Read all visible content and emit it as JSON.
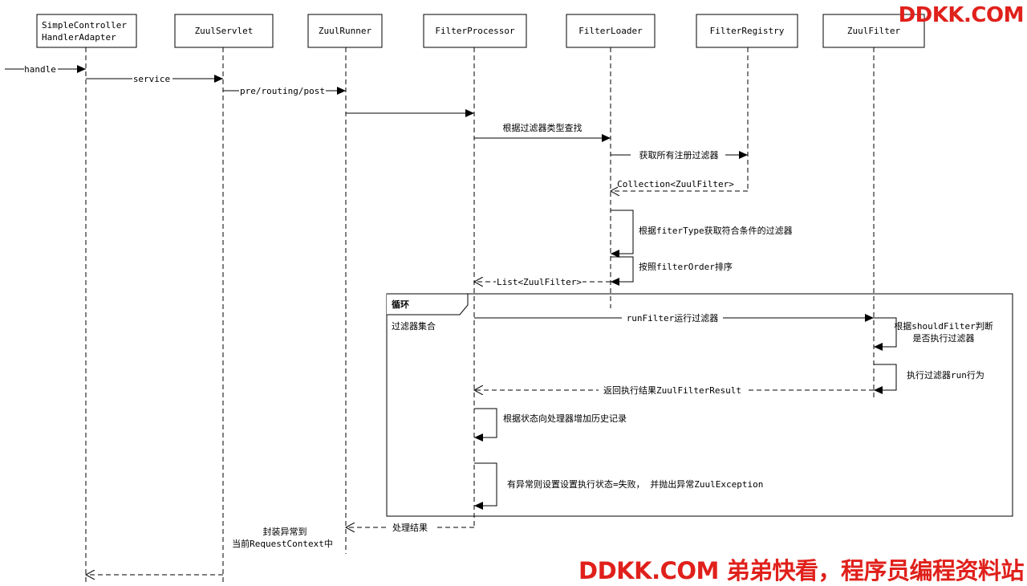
{
  "participants": [
    {
      "id": "sca",
      "lines": [
        "SimpleController",
        "HandlerAdapter"
      ]
    },
    {
      "id": "zs",
      "lines": [
        "ZuulServlet"
      ]
    },
    {
      "id": "zr",
      "lines": [
        "ZuulRunner"
      ]
    },
    {
      "id": "fp",
      "lines": [
        "FilterProcessor"
      ]
    },
    {
      "id": "fl",
      "lines": [
        "FilterLoader"
      ]
    },
    {
      "id": "freg",
      "lines": [
        "FilterRegistry"
      ]
    },
    {
      "id": "zf",
      "lines": [
        "ZuulFilter"
      ]
    }
  ],
  "messages": [
    {
      "label": "handle"
    },
    {
      "label": "service"
    },
    {
      "label": "pre/routing/post"
    },
    {
      "label": ""
    },
    {
      "label": "根据过滤器类型查找"
    },
    {
      "label": "获取所有注册过滤器"
    },
    {
      "label": "Collection<ZuulFilter>"
    },
    {
      "label": "List<ZuulFilter>"
    },
    {
      "label": "runFilter运行过滤器"
    },
    {
      "label": "返回执行结果ZuulFilterResult"
    },
    {
      "label": "处理结果"
    },
    {
      "label": ""
    }
  ],
  "self_calls": [
    {
      "lines": [
        "根据fiterType获取符合条件的过滤器"
      ],
      "color": "#e0201b"
    },
    {
      "lines": [
        "按照filterOrder排序"
      ],
      "color": "#e0201b"
    },
    {
      "lines": [
        "根据shouldFilter判断",
        "是否执行过滤器"
      ],
      "color": "#e0201b"
    },
    {
      "lines": [
        "执行过滤器run行为"
      ],
      "color": "#e0201b"
    },
    {
      "lines": [
        "根据状态向处理器增加历史记录"
      ],
      "color": "#000000"
    },
    {
      "lines": [
        "有异常则设置设置执行状态=失败， 并抛出异常ZuulException"
      ],
      "color": "#000000"
    }
  ],
  "loop_fragment": {
    "operator": "循环",
    "guard": "过滤器集合"
  },
  "note": {
    "lines": [
      "封装异常到",
      "当前RequestContext中"
    ]
  },
  "watermarks": {
    "top": "DDKK.COM",
    "bottom": "DDKK.COM 弟弟快看，程序员编程资料站"
  },
  "colors": {
    "annotation": "#e0201b",
    "line": "#000000",
    "background": "#ffffff"
  }
}
